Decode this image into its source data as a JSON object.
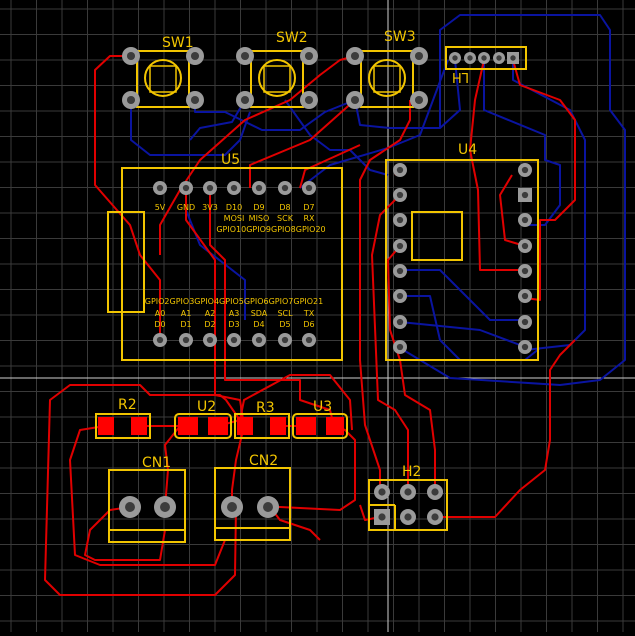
{
  "colors": {
    "background": "#000000",
    "grid": "#3a3a3a",
    "crosshair": "#c8c8c8",
    "silkscreen": "#f2c500",
    "top_copper": "#e00000",
    "bottom_copper": "#0a14a0",
    "pad": "#9a9a9a",
    "pad_hole": "#3c3c3c",
    "smd_pad": "#ff0000"
  },
  "components": {
    "sw1": "SW1",
    "sw2": "SW2",
    "sw3": "SW3",
    "lh": "LH",
    "u5": "U5",
    "u4": "U4",
    "r2": "R2",
    "u2": "U2",
    "r3": "R3",
    "u3": "U3",
    "cn1": "CN1",
    "cn2": "CN2",
    "h2": "H2"
  },
  "u5_pins": {
    "top_names": [
      "5V",
      "GND",
      "3V3",
      "D10",
      "D9",
      "D8",
      "D7"
    ],
    "top_functions": [
      "MOSI",
      "MISO",
      "SCK",
      "RX"
    ],
    "top_gpio": "GPIO10GPIO9GPIO8GPIO20",
    "bottom_gpio": "GPIO2GPIO3GPIO4GPIO5GPIO6GPIO7GPIO21",
    "bottom_analog": [
      "A0",
      "A1",
      "A2",
      "A3",
      "SDA",
      "SCL",
      "TX"
    ],
    "bottom_digital": [
      "D0",
      "D1",
      "D2",
      "D3",
      "D4",
      "D5",
      "D6"
    ]
  }
}
